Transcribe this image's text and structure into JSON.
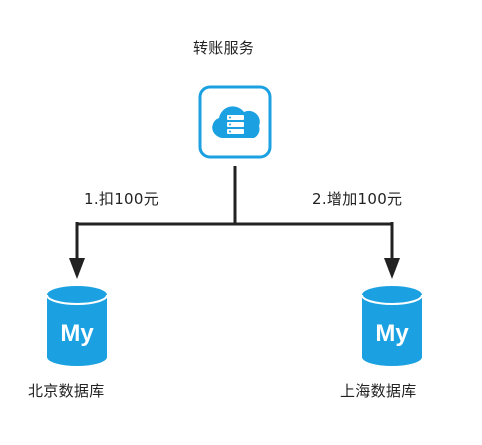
{
  "service": {
    "label": "转账服务",
    "icon": "cloud-server-icon",
    "frame_color": "#1ba1e2",
    "fill_color": "#ffffff"
  },
  "steps": [
    {
      "label": "1.扣100元"
    },
    {
      "label": "2.增加100元"
    }
  ],
  "databases": [
    {
      "label": "北京数据库",
      "icon_text": "My",
      "icon": "mysql-database-icon"
    },
    {
      "label": "上海数据库",
      "icon_text": "My",
      "icon": "mysql-database-icon"
    }
  ],
  "colors": {
    "accent": "#1ba1e2",
    "line": "#222222",
    "text": "#222222"
  }
}
